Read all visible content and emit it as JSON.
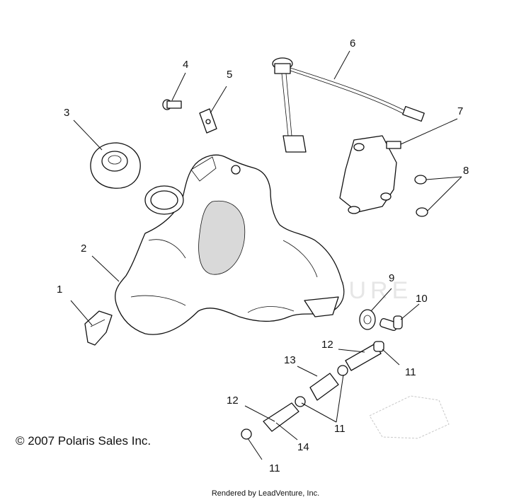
{
  "callouts": {
    "c1": "1",
    "c2": "2",
    "c3": "3",
    "c4": "4",
    "c5": "5",
    "c6": "6",
    "c7": "7",
    "c8": "8",
    "c9": "9",
    "c10": "10",
    "c11a": "11",
    "c11b": "11",
    "c11c": "11",
    "c12a": "12",
    "c12b": "12",
    "c13": "13",
    "c14": "14"
  },
  "watermark": "LEADVENTURE",
  "copyright": "© 2007 Polaris Sales Inc.",
  "footer": "Rendered by LeadVenture, Inc."
}
